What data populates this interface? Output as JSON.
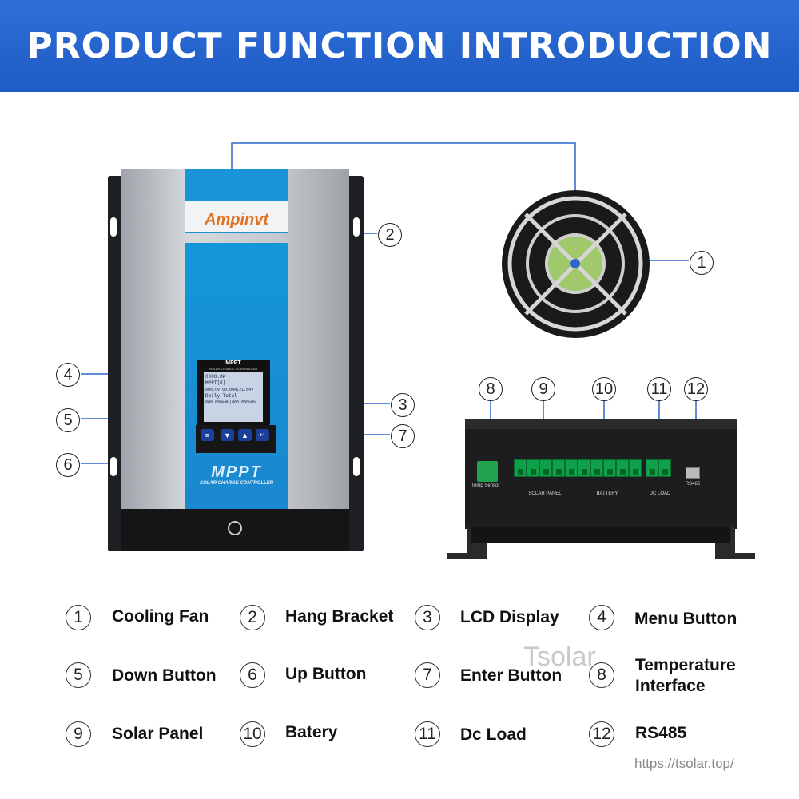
{
  "header": {
    "title": "PRODUCT FUNCTION INTRODUCTION"
  },
  "device": {
    "brand": "Ampinvt",
    "mppt_label": "MPPT",
    "sub_label": "SOLAR CHARGE CONTROLLER",
    "lcd": {
      "title": "MPPT",
      "subtitle": "SOLAR CHARGE CONTROLLER",
      "lines": [
        "0000.0W",
        "MPPT[8]",
        "000.0V|00.00A|21.64V",
        "Daily    Total",
        "000.000kWh|000.000kWh"
      ]
    }
  },
  "callouts": [
    "1",
    "2",
    "3",
    "4",
    "5",
    "6",
    "7",
    "8",
    "9",
    "10",
    "11",
    "12"
  ],
  "bottom_panel": {
    "labels": {
      "temp": "Temp Sensor",
      "solar": "SOLAR PANEL",
      "battery": "BATTERY",
      "dc_load": "DC LOAD",
      "rs485": "RS485"
    }
  },
  "legend": [
    {
      "num": "1",
      "label": "Cooling Fan"
    },
    {
      "num": "2",
      "label": "Hang Bracket"
    },
    {
      "num": "3",
      "label": "LCD Display"
    },
    {
      "num": "4",
      "label": "Menu Button"
    },
    {
      "num": "5",
      "label": "Down Button"
    },
    {
      "num": "6",
      "label": "Up Button"
    },
    {
      "num": "7",
      "label": "Enter Button"
    },
    {
      "num": "8",
      "label": "Temperature Interface"
    },
    {
      "num": "9",
      "label": "Solar Panel"
    },
    {
      "num": "10",
      "label": "Batery"
    },
    {
      "num": "11",
      "label": "Dc Load"
    },
    {
      "num": "12",
      "label": "RS485"
    }
  ],
  "watermark": {
    "text": "Tsolar",
    "url": "https://tsolar.top/"
  }
}
